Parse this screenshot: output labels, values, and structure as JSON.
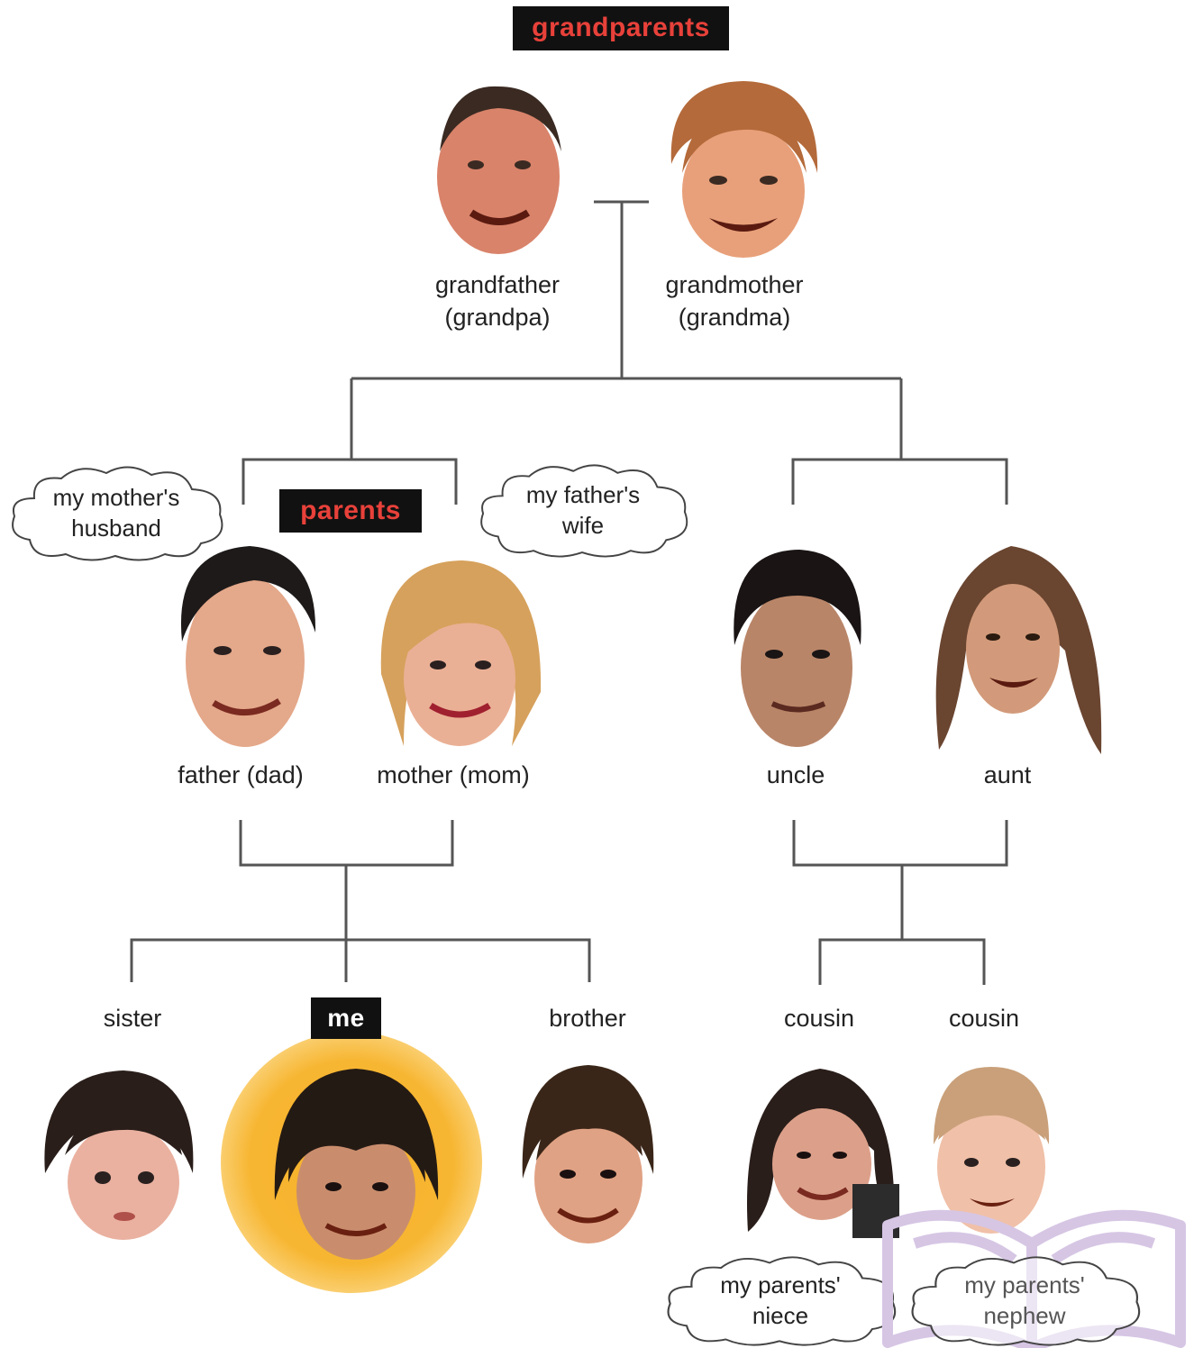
{
  "headers": {
    "grandparents": "grandparents",
    "parents": "parents",
    "me": "me"
  },
  "people": {
    "grandfather": {
      "name": "grandfather",
      "alt": "(grandpa)"
    },
    "grandmother": {
      "name": "grandmother",
      "alt": "(grandma)"
    },
    "father": "father (dad)",
    "mother": "mother (mom)",
    "uncle": "uncle",
    "aunt": "aunt",
    "sister": "sister",
    "brother": "brother",
    "cousin1": "cousin",
    "cousin2": "cousin"
  },
  "clouds": {
    "mothers_husband": [
      "my mother's",
      "husband"
    ],
    "fathers_wife": [
      "my father's",
      "wife"
    ],
    "parents_niece": [
      "my parents'",
      "niece"
    ],
    "parents_nephew": [
      "my parents'",
      "nephew"
    ]
  },
  "colors": {
    "header_bg": "#111111",
    "header_text": "#e8413a",
    "me_glow": "#f6b02a",
    "line": "#555555"
  }
}
